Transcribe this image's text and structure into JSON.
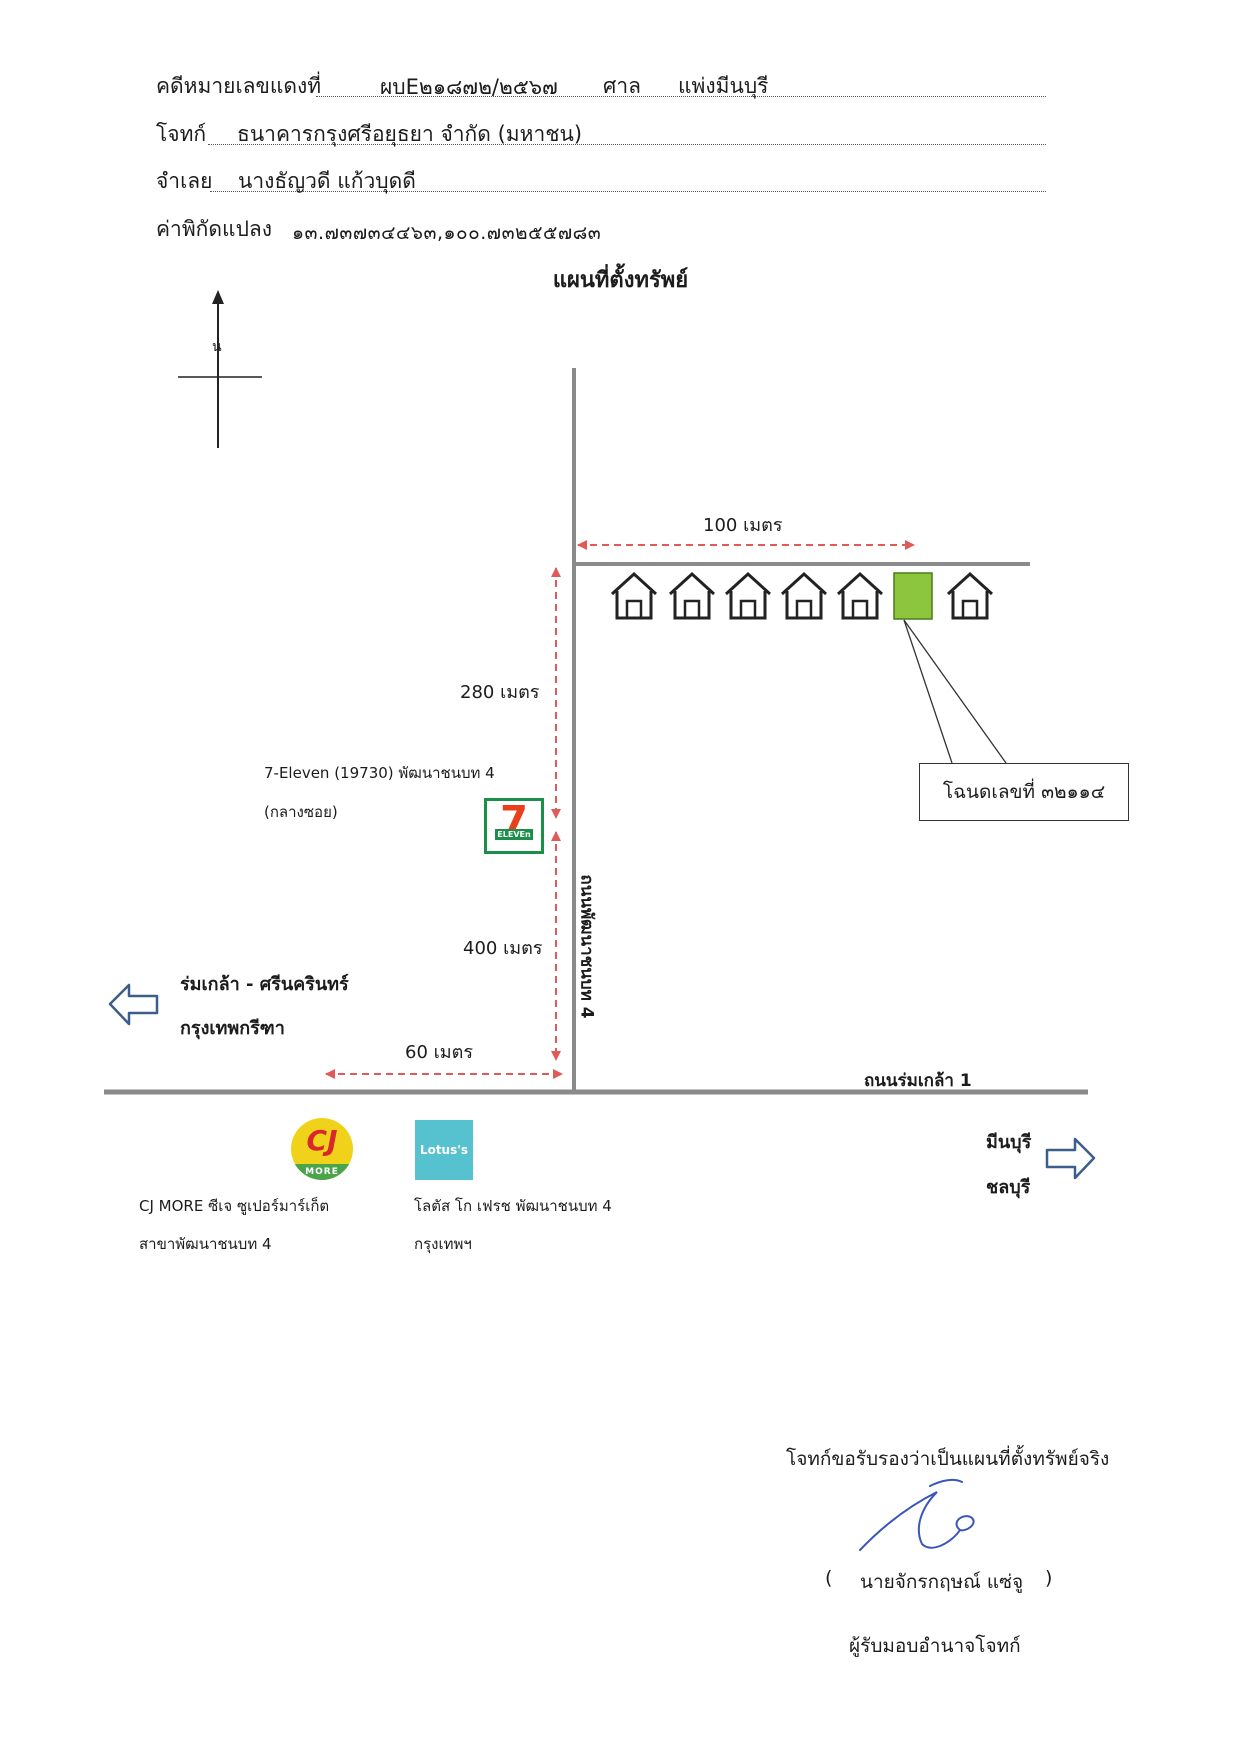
{
  "header": {
    "case_label": "คดีหมายเลขแดงที่",
    "case_value": "ผบE๒๑๘๗๒/๒๕๖๗",
    "court_label": "ศาล",
    "court_value": "แพ่งมีนบุรี",
    "plaintiff_label": "โจทก์",
    "plaintiff_value": "ธนาคารกรุงศรีอยุธยา จำกัด (มหาชน)",
    "defendant_label": "จำเลย",
    "defendant_value": "นางธัญวดี แก้วบุดดี",
    "coord_label": "ค่าพิกัดแปลง",
    "coord_value": "๑๓.๗๓๗๓๔๔๖๓,๑๐๐.๗๓๒๕๕๗๘๓"
  },
  "map": {
    "title": "แผนที่ตั้งทรัพย์",
    "north_label": "น",
    "distances": {
      "d100": "100 เมตร",
      "d280": "280 เมตร",
      "d400": "400 เมตร",
      "d60": "60 เมตร"
    },
    "seven_eleven": {
      "line1": "7-Eleven (19730) พัฒนาชนบท 4",
      "line2": "(กลางซอย)",
      "logo_digit": "7",
      "logo_text": "ELEVEn"
    },
    "deed_label": "โฉนดเลขที่ ๓๒๑๑๔",
    "road_vertical": "ถนนพัฒนาชนบท 4",
    "road_horizontal": "ถนนร่มเกล้า 1",
    "west_direction": {
      "line1": "ร่มเกล้า - ศรีนครินทร์",
      "line2": "กรุงเทพกรีฑา"
    },
    "east_direction": {
      "line1": "มีนบุรี",
      "line2": "ชลบุรี"
    },
    "cj_more": {
      "line1": "CJ MORE ซีเจ ซูเปอร์มาร์เก็ต",
      "line2": "สาขาพัฒนาชนบท 4",
      "logo_text": "CJ",
      "logo_sub": "MORE"
    },
    "lotus": {
      "line1": "โลตัส โก เฟรช พัฒนาชนบท 4",
      "line2": "กรุงเทพฯ",
      "logo_text": "Lotus's"
    },
    "house_count_left": 5,
    "house_count_right": 1
  },
  "signature": {
    "certify_text": "โจทก์ขอรับรองว่าเป็นแผนที่ตั้งทรัพย์จริง",
    "name_open": "(",
    "name": "นายจักรกฤษณ์ แซ่จู",
    "name_close": ")",
    "role": "ผู้รับมอบอำนาจโจทก์"
  },
  "colors": {
    "road": "#8a8a8a",
    "dimension": "#e05a5a",
    "target_plot": "#8cc63f",
    "arrow": "#3b5f8a"
  }
}
